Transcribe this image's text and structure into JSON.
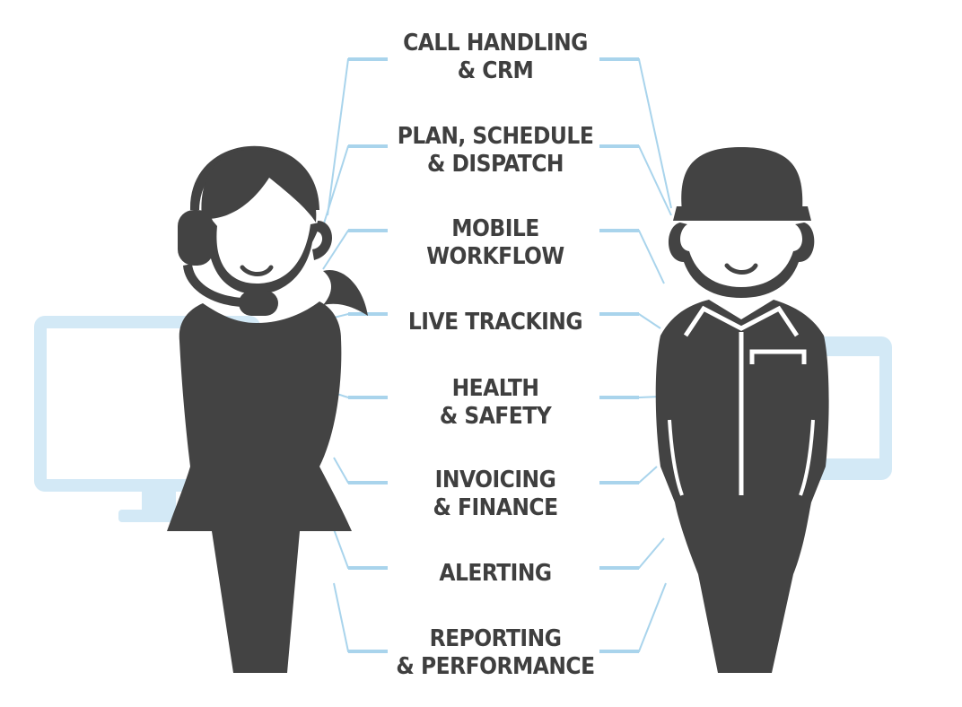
{
  "features": [
    {
      "line1": "CALL HANDLING",
      "line2": "& CRM"
    },
    {
      "line1": "PLAN, SCHEDULE",
      "line2": "& DISPATCH"
    },
    {
      "line1": "MOBILE",
      "line2": "WORKFLOW"
    },
    {
      "line1": "LIVE TRACKING",
      "line2": ""
    },
    {
      "line1": "HEALTH",
      "line2": "& SAFETY"
    },
    {
      "line1": "INVOICING",
      "line2": "& FINANCE"
    },
    {
      "line1": "ALERTING",
      "line2": ""
    },
    {
      "line1": "REPORTING",
      "line2": "& PERFORMANCE"
    }
  ],
  "colors": {
    "figure": "#434343",
    "monitor": "#d3e9f6",
    "connector": "#a9d4ec",
    "text": "#3f3f3f"
  },
  "icons": {
    "left_figure": "call-center-agent-icon",
    "right_figure": "field-technician-icon",
    "left_background": "desktop-monitor-icon",
    "right_background": "tablet-icon"
  }
}
